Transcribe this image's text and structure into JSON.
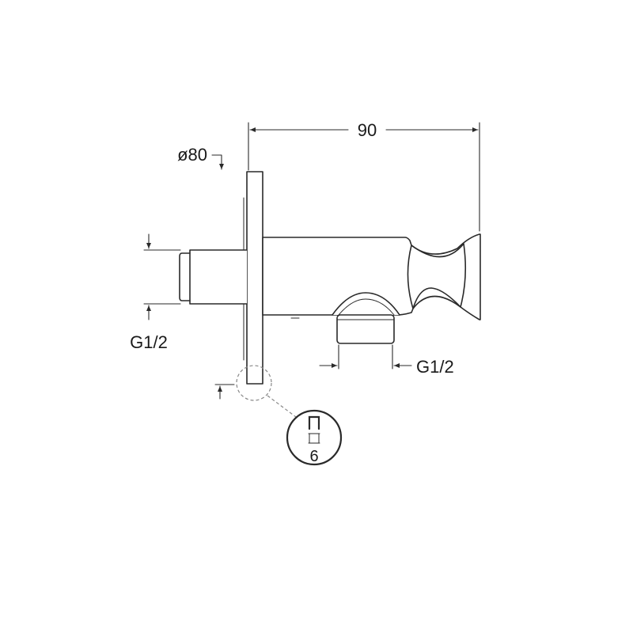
{
  "drawing": {
    "dimensions": {
      "overall_length": "90",
      "flange_diameter": "ø80",
      "inlet_thread": "G1/2",
      "outlet_thread": "G1/2",
      "detail_depth": "6"
    },
    "colors": {
      "line": "#2a2a2a",
      "dashed": "#888888",
      "background": "#ffffff"
    }
  }
}
